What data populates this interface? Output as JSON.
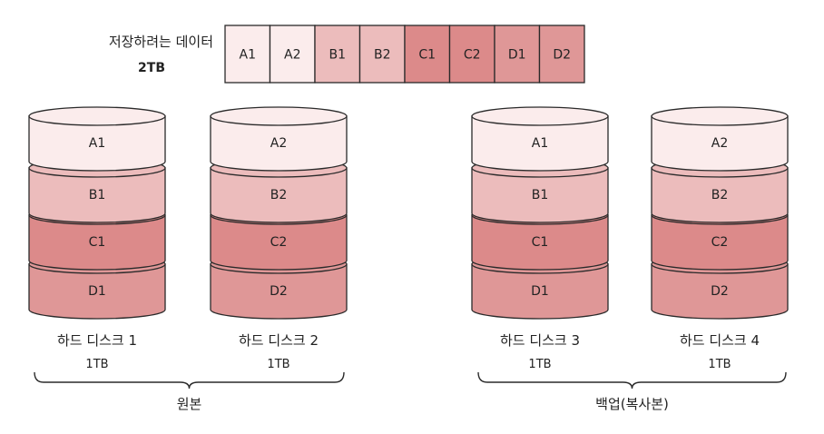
{
  "header": {
    "label_line1": "저장하려는 데이터",
    "label_line2": "2TB"
  },
  "data_blocks": [
    {
      "label": "A1",
      "level": "a"
    },
    {
      "label": "A2",
      "level": "a"
    },
    {
      "label": "B1",
      "level": "b"
    },
    {
      "label": "B2",
      "level": "b"
    },
    {
      "label": "C1",
      "level": "c"
    },
    {
      "label": "C2",
      "level": "c"
    },
    {
      "label": "D1",
      "level": "d"
    },
    {
      "label": "D2",
      "level": "d"
    }
  ],
  "disks": [
    {
      "name": "하드 디스크 1",
      "capacity": "1TB",
      "segments": [
        "A1",
        "B1",
        "C1",
        "D1"
      ]
    },
    {
      "name": "하드 디스크 2",
      "capacity": "1TB",
      "segments": [
        "A2",
        "B2",
        "C2",
        "D2"
      ]
    },
    {
      "name": "하드 디스크 3",
      "capacity": "1TB",
      "segments": [
        "A1",
        "B1",
        "C1",
        "D1"
      ]
    },
    {
      "name": "하드 디스크 4",
      "capacity": "1TB",
      "segments": [
        "A2",
        "B2",
        "C2",
        "D2"
      ]
    }
  ],
  "groups": [
    {
      "label": "원본"
    },
    {
      "label": "백업(복사본)"
    }
  ],
  "colors": {
    "a": "#fbecec",
    "b": "#ecbcbc",
    "c": "#dc8a8a",
    "d": "#df9797",
    "outline": "#2a2a2a"
  }
}
